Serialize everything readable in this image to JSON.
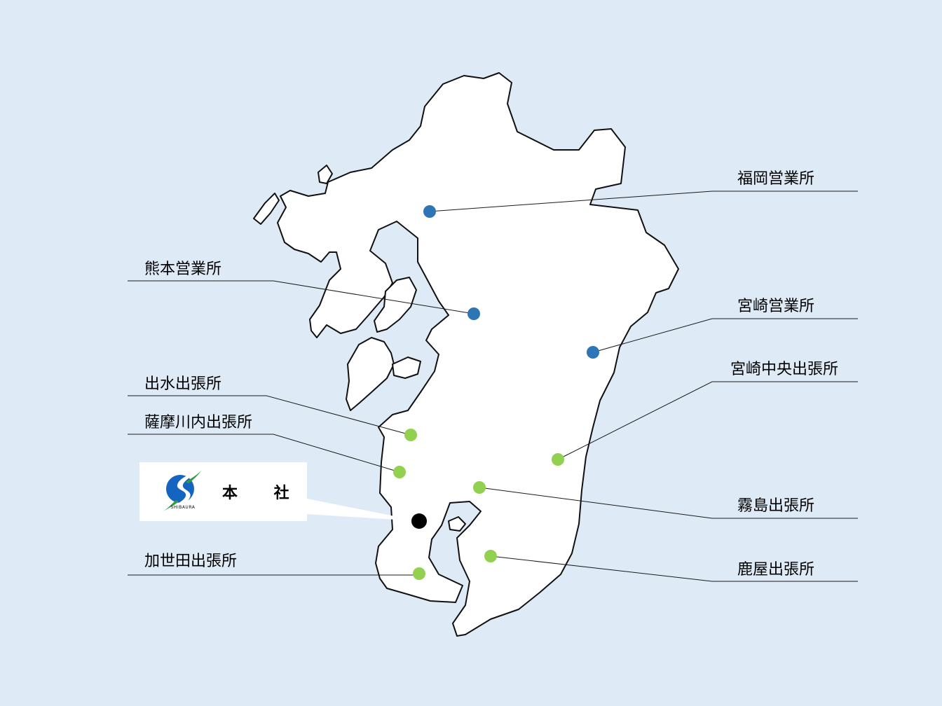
{
  "colors": {
    "sea": "#deebf7",
    "land": "#ffffff",
    "coast": "#111111",
    "eigyosho_marker": "#2e75b6",
    "shucchojo_marker": "#92d050",
    "honsha_marker": "#000000",
    "logo_blue": "#1565c0",
    "logo_green": "#2e9e44"
  },
  "icons": {
    "logo": "shibaura-s-logo-icon"
  },
  "headquarters": {
    "title": "本 社",
    "logo_text": "SHIBAURA"
  },
  "offices": [
    {
      "id": "fukuoka",
      "name": "福岡営業所",
      "type": "eigyosho"
    },
    {
      "id": "kumamoto",
      "name": "熊本営業所",
      "type": "eigyosho"
    },
    {
      "id": "miyazaki",
      "name": "宮崎営業所",
      "type": "eigyosho"
    },
    {
      "id": "miyazaki-chuo",
      "name": "宮崎中央出張所",
      "type": "shucchojo"
    },
    {
      "id": "izumi",
      "name": "出水出張所",
      "type": "shucchojo"
    },
    {
      "id": "satsumasendai",
      "name": "薩摩川内出張所",
      "type": "shucchojo"
    },
    {
      "id": "kirishima",
      "name": "霧島出張所",
      "type": "shucchojo"
    },
    {
      "id": "kanoya",
      "name": "鹿屋出張所",
      "type": "shucchojo"
    },
    {
      "id": "kaseda",
      "name": "加世田出張所",
      "type": "shucchojo"
    }
  ]
}
